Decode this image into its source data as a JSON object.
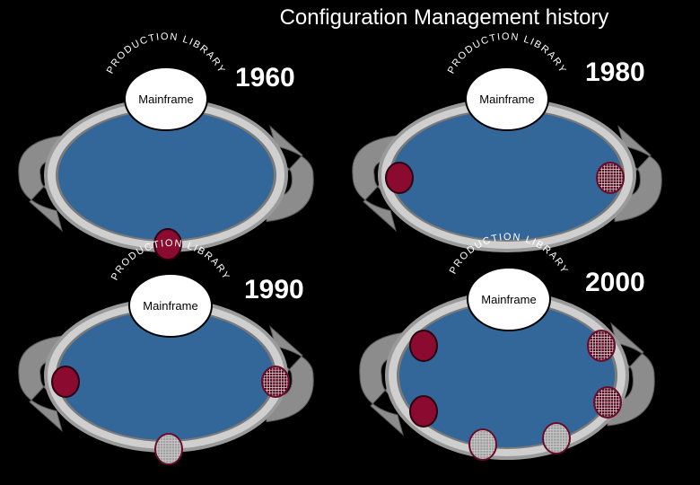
{
  "title": "Configuration Management history",
  "arc_text": "PRODUCTION LIBRARY",
  "hub_label": "Mainframe",
  "colors": {
    "background": "#000000",
    "disk": "#336699",
    "ring": "#cfcfcf",
    "arrow": "#8c8c8c",
    "node_solid": "#8b0a30",
    "node_grid": "#5a0a1e",
    "node_gray": "#a0a0a0"
  },
  "panels": [
    {
      "year": "1960",
      "nodes": [
        {
          "pos": "bottom",
          "style": "solid"
        }
      ]
    },
    {
      "year": "1980",
      "nodes": [
        {
          "pos": "left",
          "style": "solid"
        },
        {
          "pos": "right",
          "style": "grid"
        }
      ]
    },
    {
      "year": "1990",
      "nodes": [
        {
          "pos": "left",
          "style": "solid"
        },
        {
          "pos": "right",
          "style": "grid"
        },
        {
          "pos": "bottom",
          "style": "gray"
        }
      ]
    },
    {
      "year": "2000",
      "nodes": [
        {
          "pos": "upper-left",
          "style": "solid"
        },
        {
          "pos": "lower-left",
          "style": "solid"
        },
        {
          "pos": "upper-right",
          "style": "grid"
        },
        {
          "pos": "lower-right",
          "style": "grid"
        },
        {
          "pos": "bottom-left",
          "style": "gray"
        },
        {
          "pos": "bottom-right",
          "style": "gray"
        }
      ]
    }
  ]
}
